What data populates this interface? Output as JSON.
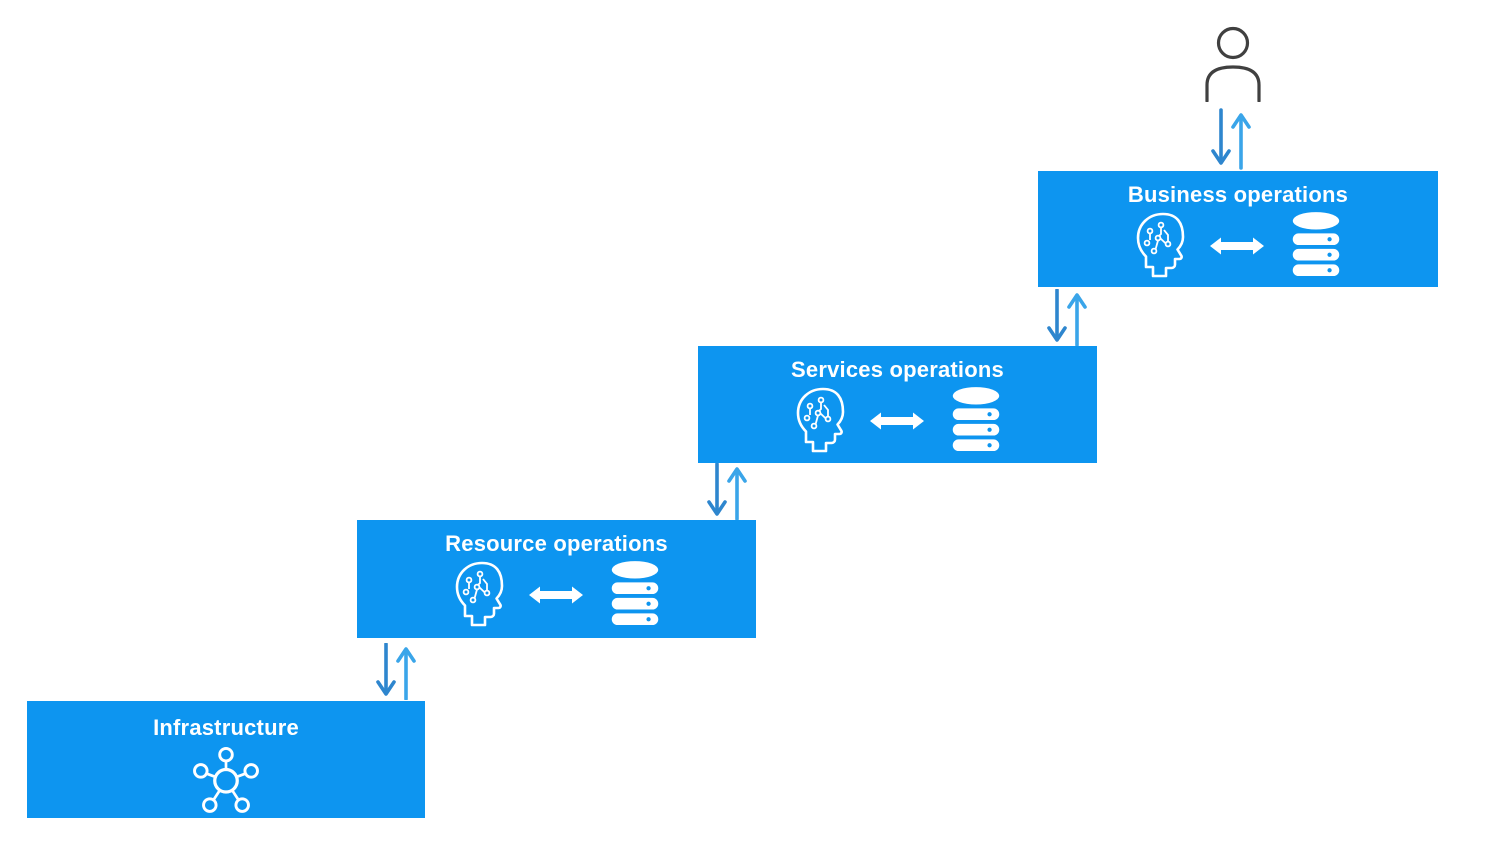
{
  "diagram": {
    "actor": {
      "name": "user"
    },
    "nodes": [
      {
        "id": "business-operations",
        "label": "Business operations",
        "icons": [
          "ai-head-icon",
          "two-way-arrow-icon",
          "database-icon"
        ]
      },
      {
        "id": "services-operations",
        "label": "Services operations",
        "icons": [
          "ai-head-icon",
          "two-way-arrow-icon",
          "database-icon"
        ]
      },
      {
        "id": "resource-operations",
        "label": "Resource operations",
        "icons": [
          "ai-head-icon",
          "two-way-arrow-icon",
          "database-icon"
        ]
      },
      {
        "id": "infrastructure",
        "label": "Infrastructure",
        "icons": [
          "network-icon"
        ]
      }
    ],
    "connections": [
      {
        "from": "user",
        "to": "business-operations",
        "type": "bidirectional"
      },
      {
        "from": "business-operations",
        "to": "services-operations",
        "type": "bidirectional"
      },
      {
        "from": "services-operations",
        "to": "resource-operations",
        "type": "bidirectional"
      },
      {
        "from": "resource-operations",
        "to": "infrastructure",
        "type": "bidirectional"
      }
    ],
    "colors": {
      "node_fill": "#0d95f0",
      "node_text": "#ffffff",
      "icon_stroke": "#ffffff",
      "arrow_down": "#2e86ce",
      "arrow_up": "#3aa5e9",
      "person_stroke": "#404040",
      "background": "#ffffff"
    }
  }
}
